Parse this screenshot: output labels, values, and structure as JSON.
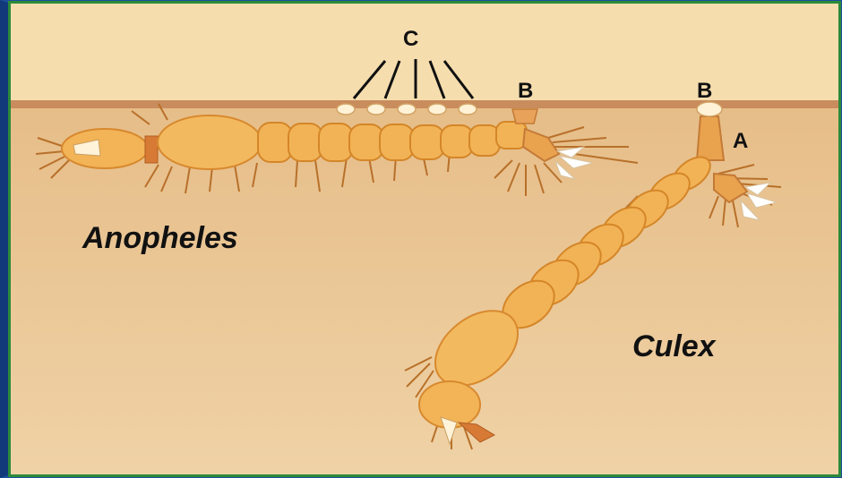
{
  "labels": {
    "c": "C",
    "b_anopheles": "B",
    "b_culex": "B",
    "a": "A",
    "anopheles": "Anopheles",
    "culex": "Culex"
  },
  "colors": {
    "air": "#f5dcaa",
    "water": "#e9c48f",
    "surface": "#c98a5a",
    "larva_body": "#f0b356",
    "larva_outline": "#d8892e",
    "frame": "#1c4f9a"
  }
}
